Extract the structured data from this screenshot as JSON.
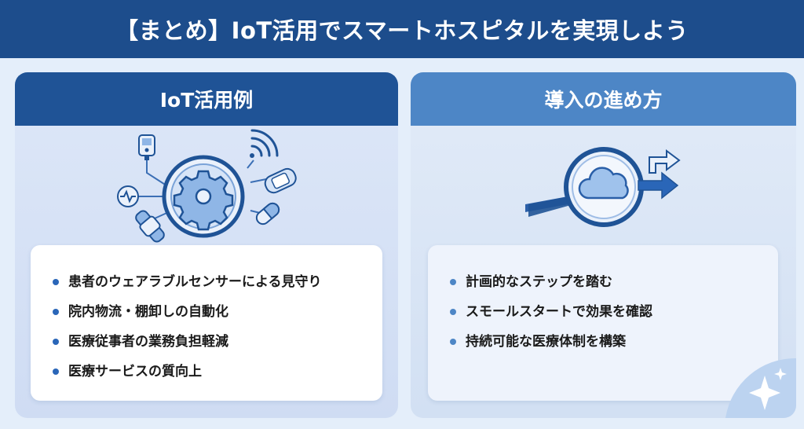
{
  "header": {
    "title": "【まとめ】IoT活用でスマートホスピタルを実現しよう"
  },
  "left_panel": {
    "title": "IoT活用例",
    "items": [
      "患者のウェアラブルセンサーによる見守り",
      "院内物流・棚卸しの自動化",
      "医療従事者の業務負担軽減",
      "医療サービスの質向上"
    ]
  },
  "right_panel": {
    "title": "導入の進め方",
    "items": [
      "計画的なステップを踏む",
      "スモールスタートで効果を確認",
      "持続可能な医療体制を構築"
    ]
  },
  "icons": {
    "left": [
      "gear-icon",
      "glucose-meter-icon",
      "heartbeat-icon",
      "smartwatch-icon",
      "wifi-signal-icon",
      "wristband-icon",
      "pill-capsule-icon"
    ],
    "right": [
      "cloud-icon",
      "circular-arrow-icon",
      "upward-arrow-icon"
    ],
    "corner": "sparkle-icon"
  },
  "colors": {
    "header_bg": "#1d4d8c",
    "left_header_bg": "#1f5396",
    "right_header_bg": "#4d86c6",
    "accent": "#2a66b8",
    "page_bg": "#e4eefa"
  }
}
